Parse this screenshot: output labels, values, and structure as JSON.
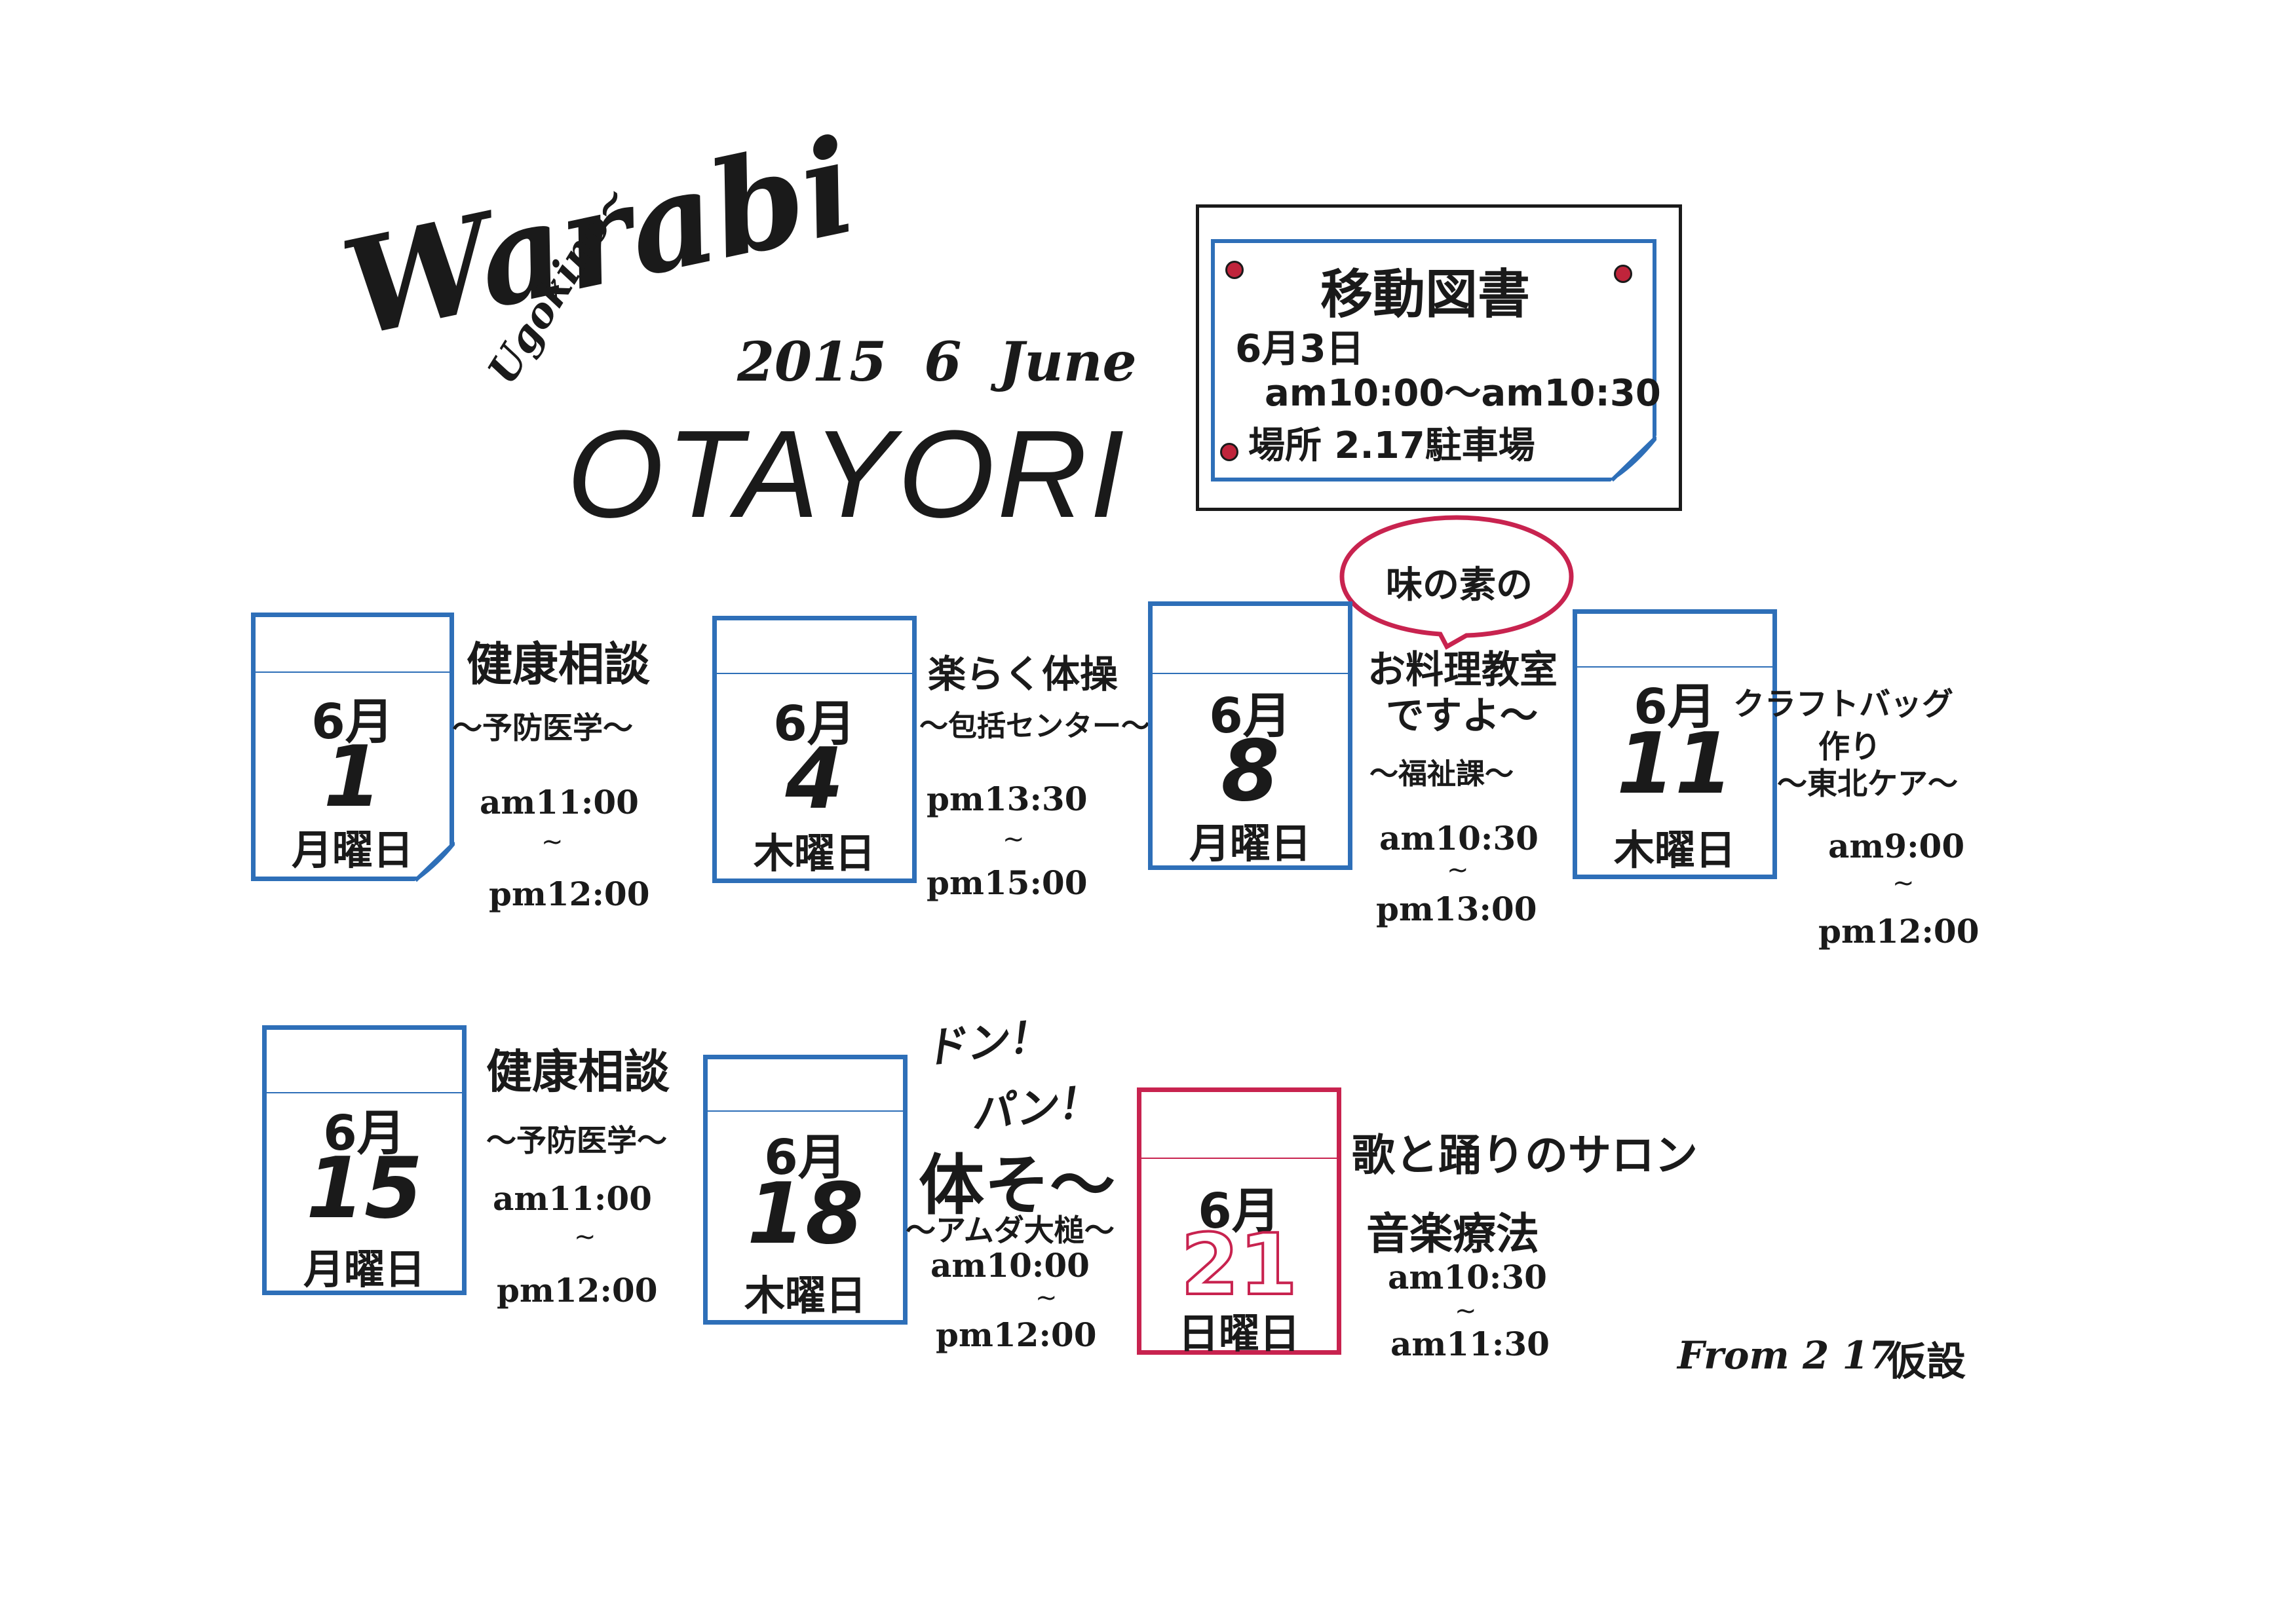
{
  "header": {
    "brand": "Warabi",
    "brand_sub": "Ugokino~",
    "date_line": "2015  6  June",
    "title": "OTAYORI"
  },
  "notice": {
    "title": "移動図書",
    "date": "6月3日",
    "time": "am10:00～am10:30",
    "place": "場所 2.17駐車場"
  },
  "bubble": {
    "text": "味の素の"
  },
  "events": [
    {
      "month": "6月",
      "day": "1",
      "weekday": "月曜日",
      "title": "健康相談",
      "host": "～予防医学～",
      "start": "am11:00",
      "sep": "~",
      "end": "pm12:00"
    },
    {
      "month": "6月",
      "day": "4",
      "weekday": "木曜日",
      "title": "楽らく体操",
      "host": "～包括センター～",
      "start": "pm13:30",
      "sep": "~",
      "end": "pm15:00"
    },
    {
      "month": "6月",
      "day": "8",
      "weekday": "月曜日",
      "title": "お料理教室",
      "title2": "ですよ～",
      "host": "～福祉課～",
      "start": "am10:30",
      "sep": "~",
      "end": "pm13:00"
    },
    {
      "month": "6月",
      "day": "11",
      "weekday": "木曜日",
      "title": "クラフトバッグ",
      "title2": "作り",
      "host": "～東北ケア～",
      "start": "am9:00",
      "sep": "~",
      "end": "pm12:00"
    },
    {
      "month": "6月",
      "day": "15",
      "weekday": "月曜日",
      "title": "健康相談",
      "host": "～予防医学～",
      "start": "am11:00",
      "sep": "~",
      "end": "pm12:00"
    },
    {
      "month": "6月",
      "day": "18",
      "weekday": "木曜日",
      "shout1": "ドン！",
      "shout2": "パン！",
      "title": "体そ～",
      "host": "～アムダ大槌～",
      "start": "am10:00",
      "sep": "~",
      "end": "pm12:00"
    },
    {
      "month": "6月",
      "day": "21",
      "weekday": "日曜日",
      "title": "歌と踊りのサロン",
      "title2": "音楽療法",
      "start": "am10:30",
      "sep": "~",
      "end": "am11:30"
    }
  ],
  "footer": {
    "from": "From 2 17",
    "place": "仮設"
  },
  "colors": {
    "blue": "#2e6fb8",
    "red": "#c8234f",
    "ink": "#1a1a1a",
    "dot": "#c0243b"
  }
}
